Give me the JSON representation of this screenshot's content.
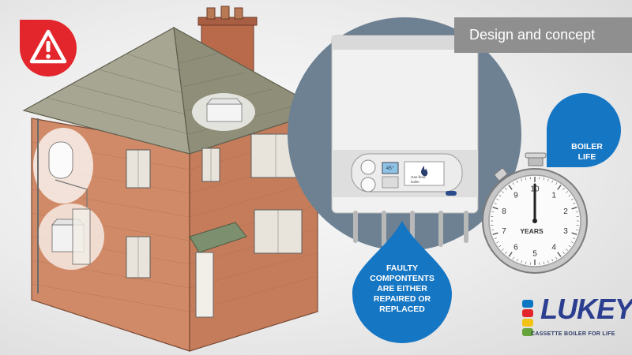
{
  "header": {
    "title": "Design and concept"
  },
  "callouts": {
    "faulty_lines": [
      "FAULTY",
      "COMPONTENTS",
      "ARE EITHER",
      "REPAIRED OR",
      "REPLACED"
    ],
    "boiler_life_lines": [
      "BOILER",
      "LIFE"
    ]
  },
  "clock": {
    "label": "YEARS",
    "numbers": [
      "10",
      "1",
      "2",
      "3",
      "4",
      "5",
      "6",
      "7",
      "8",
      "9"
    ]
  },
  "boiler": {
    "display": "45°",
    "label_lines": [
      "Gas-fired",
      "boiler"
    ]
  },
  "brand": {
    "name": "LUKEY",
    "tagline": "CASSETTE BOILER FOR LIFE"
  },
  "icons": {
    "warning": "warning-triangle-icon",
    "flame": "flame-icon"
  },
  "colors": {
    "title_box": "#8f8f8f",
    "callout_blue": "#1576c4",
    "warning_red": "#e3262b",
    "brand_navy": "#2c3e8f"
  }
}
